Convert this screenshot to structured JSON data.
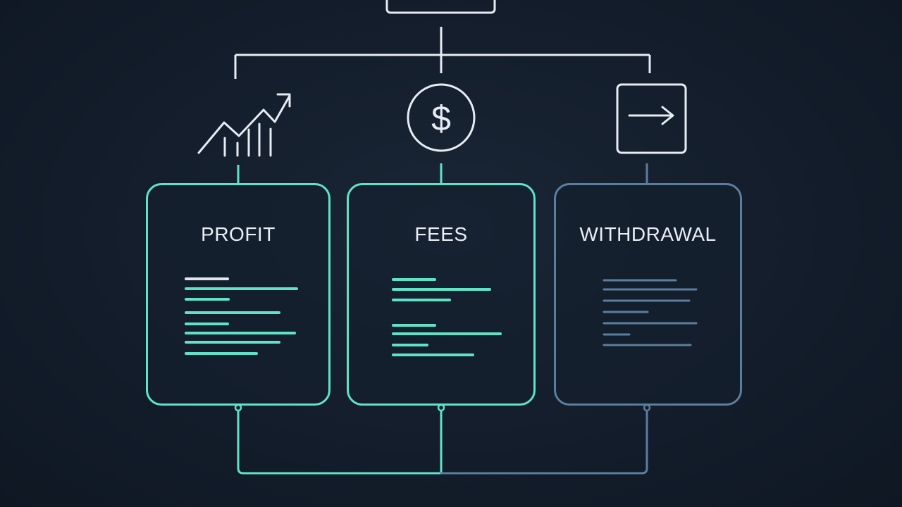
{
  "colors": {
    "background": "#131d2b",
    "accent": "#5fe3c6",
    "muted": "#5b7e9e",
    "connector": "#e6ecf2"
  },
  "top_node": {
    "icon": "box"
  },
  "nodes": [
    {
      "id": "profit",
      "label": "PROFIT",
      "icon": "trend-chart-icon",
      "color": "#5fe3c6"
    },
    {
      "id": "fees",
      "label": "FEES",
      "icon": "dollar-circle-icon",
      "color": "#5fe3c6"
    },
    {
      "id": "withdrawal",
      "label": "WITHDRAWAL",
      "icon": "arrow-box-icon",
      "color": "#5b7e9e"
    }
  ]
}
